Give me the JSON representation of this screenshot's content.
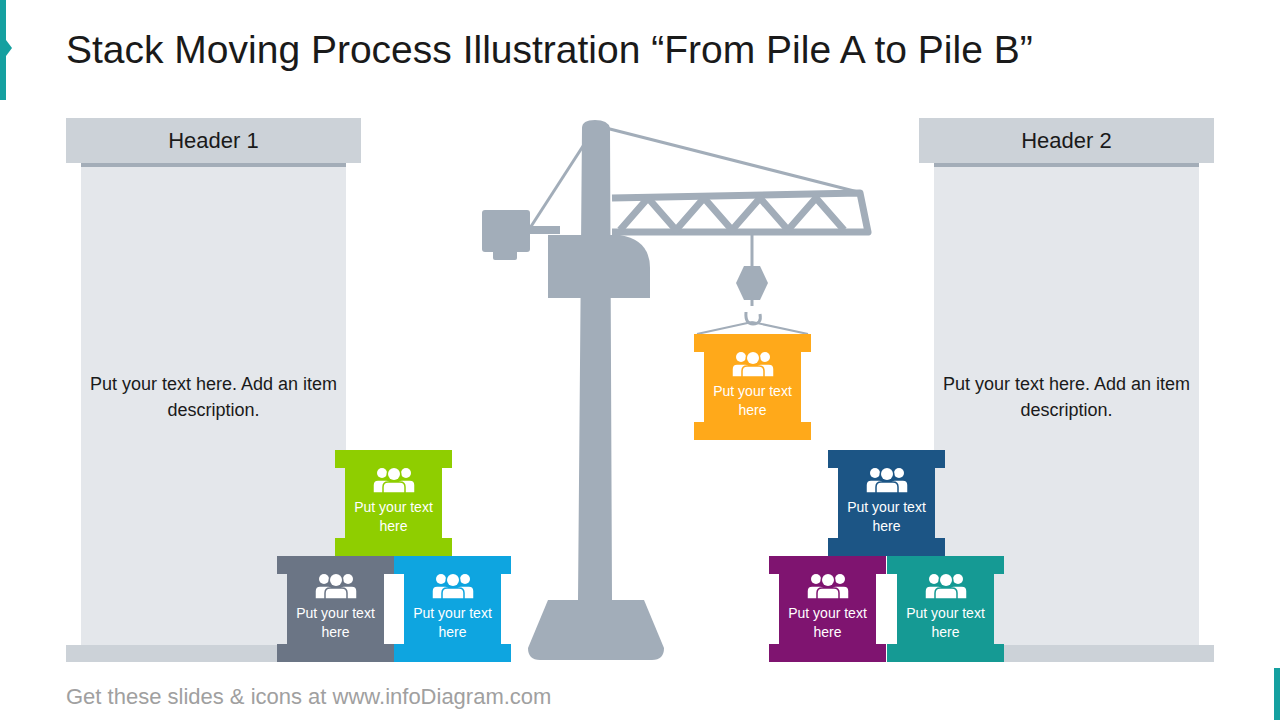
{
  "diagram": {
    "title": "Stack Moving Process Illustration “From Pile A to Pile B”",
    "nodes": [
      {
        "text": [
          "Header 1",
          "Put your text here. Add an item description."
        ]
      },
      {
        "text": [
          "Put your text here"
        ]
      },
      {
        "text": [
          "Put your text here"
        ]
      },
      {
        "text": [
          "Put your text here"
        ]
      },
      {
        "text": [
          "Put your text here"
        ]
      },
      {
        "text": [
          "Header 2",
          "Put your text here. Add an item description."
        ]
      },
      {
        "text": [
          "Put your text here"
        ]
      },
      {
        "text": [
          "Put your text here"
        ]
      },
      {
        "text": [
          "Put your text here"
        ]
      }
    ],
    "labels": [
      "Get these slides & icons at www.infoDiagram.com"
    ]
  }
}
